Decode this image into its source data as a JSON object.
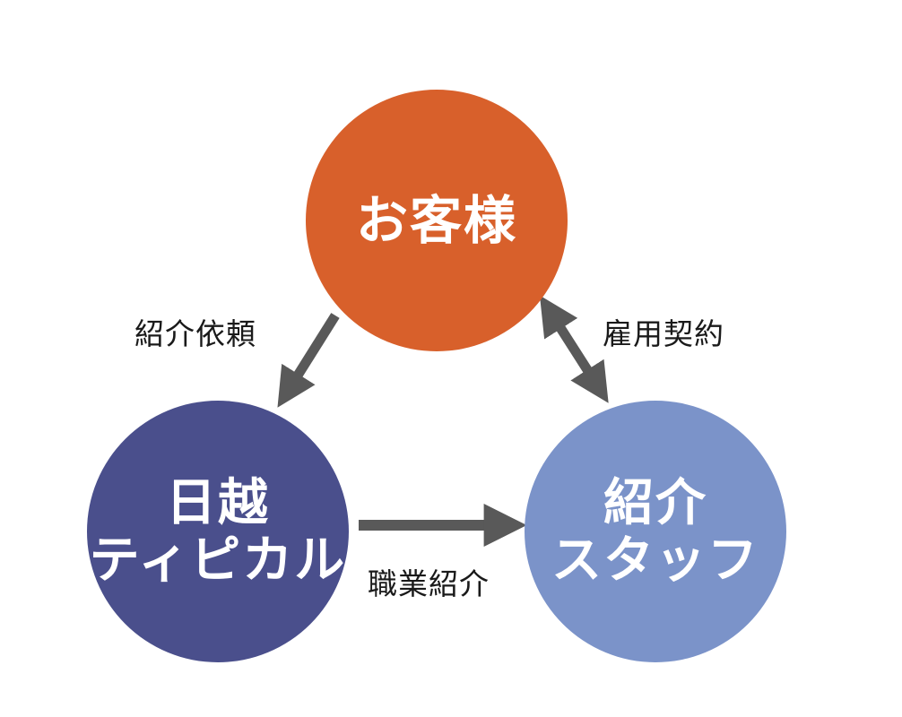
{
  "nodes": {
    "customer": {
      "lines": [
        "お客様"
      ],
      "color": "#D8602B"
    },
    "company": {
      "lines": [
        "日越",
        "ティピカル"
      ],
      "color": "#4A4F8C"
    },
    "staff": {
      "lines": [
        "紹介",
        "スタッフ"
      ],
      "color": "#7B93C9"
    }
  },
  "edges": {
    "referral_request": {
      "label": "紹介依頼",
      "direction": "customer-to-company"
    },
    "employment_contract": {
      "label": "雇用契約",
      "direction": "bidirectional"
    },
    "job_referral": {
      "label": "職業紹介",
      "direction": "company-to-staff"
    }
  },
  "arrow_color": "#595959"
}
